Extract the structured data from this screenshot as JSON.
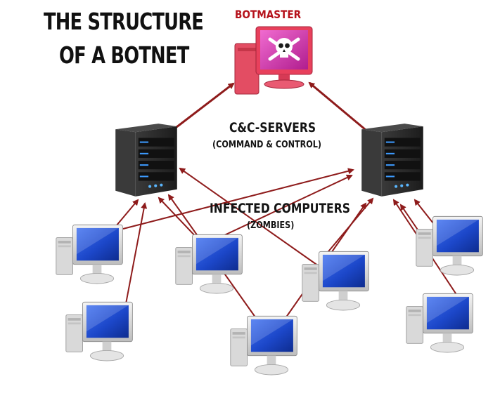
{
  "title": {
    "line1": "THE STRUCTURE",
    "line2": "OF A BOTNET"
  },
  "botmaster": {
    "label": "BOTMASTER",
    "icon": "skull-crossbones-monitor-icon"
  },
  "servers": {
    "label": "C&C-SERVERS",
    "sublabel": "(COMMAND & CONTROL)",
    "count": 2,
    "icon": "server-tower-icon"
  },
  "zombies": {
    "label": "INFECTED COMPUTERS",
    "sublabel": "(ZOMBIES)",
    "count": 7,
    "icon": "desktop-computer-icon"
  },
  "colors": {
    "arrow": "#8e1b1b",
    "title_text": "#111111",
    "botmaster_label": "#b5121b",
    "screen_blue": "#1f4fd1",
    "server_body": "#2b2b2b"
  }
}
